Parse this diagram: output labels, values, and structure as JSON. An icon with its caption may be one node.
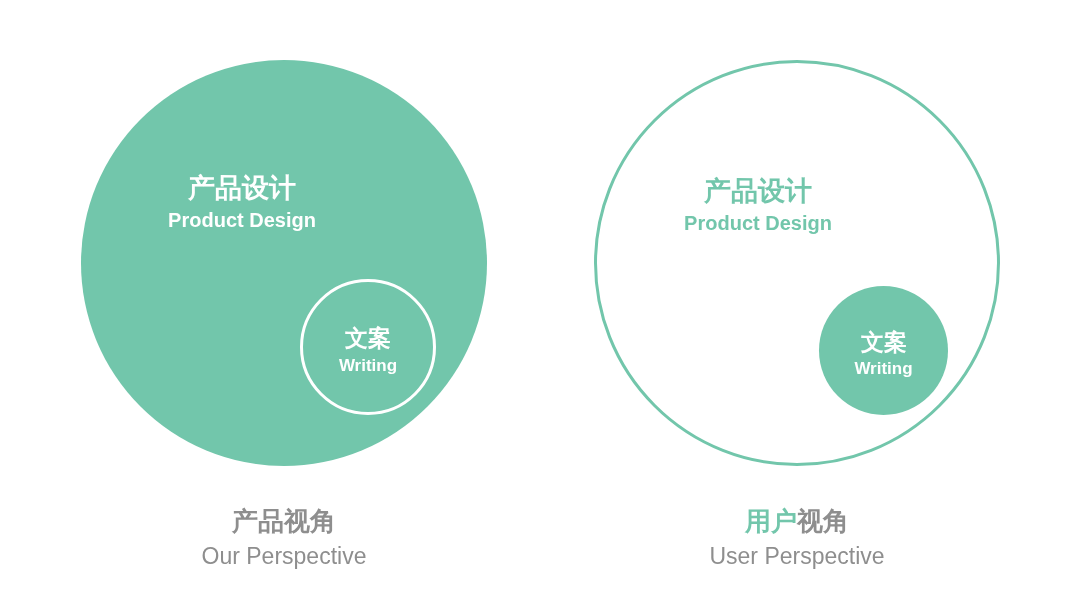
{
  "diagram": {
    "nodes": [
      {
        "text": [
          "产品设计",
          "Product Design"
        ],
        "beside": [
          "产品视角",
          "Our Perspective"
        ]
      },
      {
        "text": [
          "文案",
          "Writing"
        ],
        "in": 0
      },
      {
        "text": [
          "产品设计",
          "Product Design"
        ],
        "beside": [
          "用户视角",
          "User Perspective"
        ]
      },
      {
        "text": [
          "文案",
          "Writing"
        ],
        "in": 2
      }
    ]
  }
}
